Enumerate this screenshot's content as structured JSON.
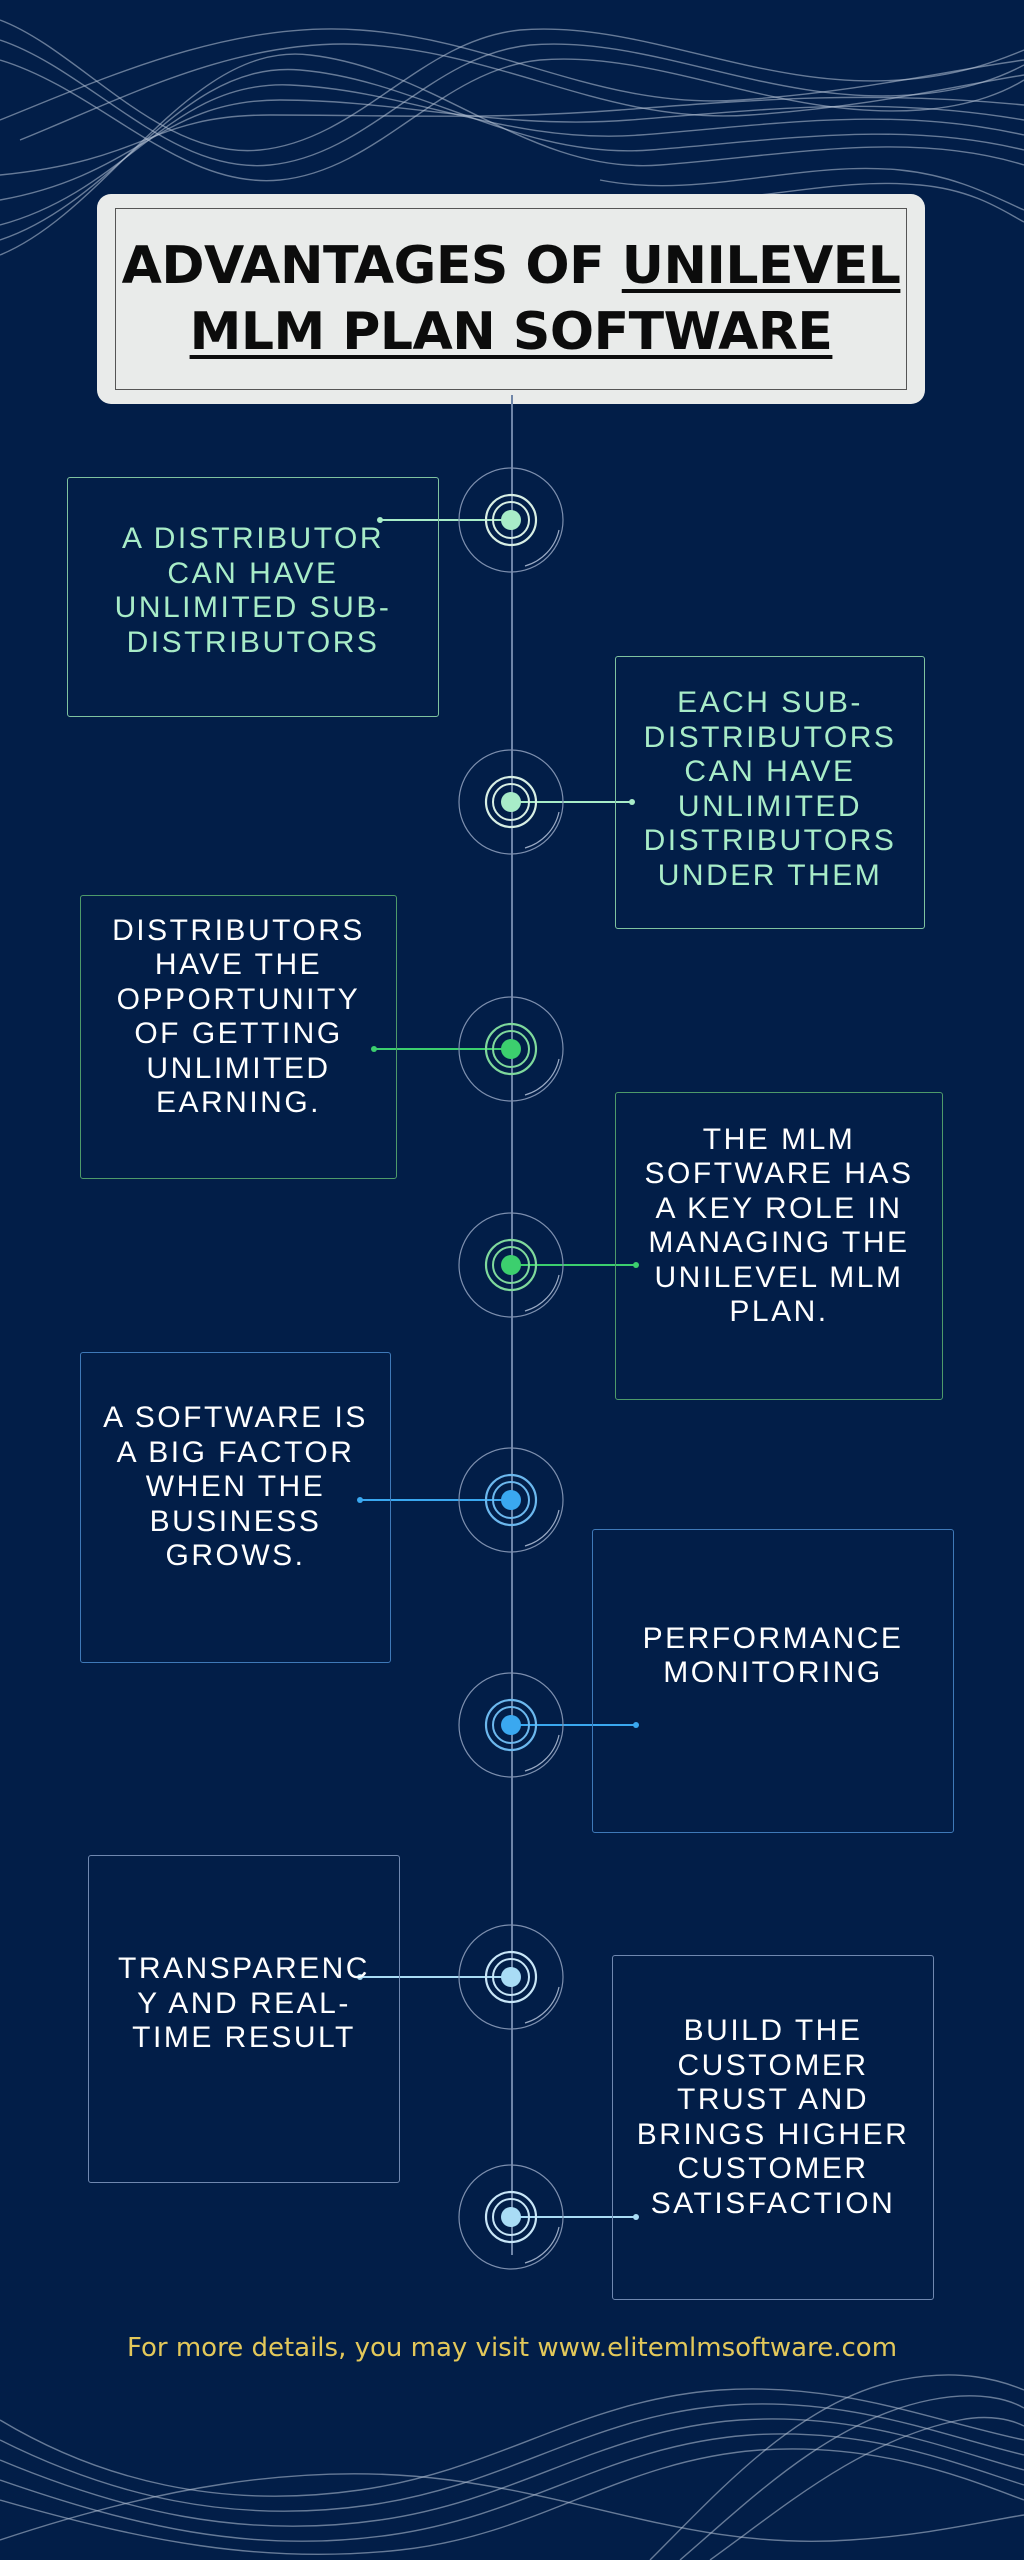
{
  "title": {
    "line1_plain": "ADVANTAGES OF ",
    "line1_underlined": "UNILEVEL",
    "line2_underlined": "MLM PLAN SOFTWARE"
  },
  "colors": {
    "background": "#021e48",
    "title_box": "#e9ebea",
    "mint_accent": "#a8ecc8",
    "green_accent": "#3ccf6e",
    "blue_accent": "#3aa8f0",
    "light_blue_accent": "#a9dcf5",
    "footer_text": "#e3c85a"
  },
  "items": [
    {
      "text": "A DISTRIBUTOR CAN HAVE UNLIMITED SUB-DISTRIBUTORS",
      "side": "left",
      "accent": "mint"
    },
    {
      "text": "EACH SUB-DISTRIBUTORS CAN HAVE UNLIMITED DISTRIBUTORS UNDER THEM",
      "side": "right",
      "accent": "mint"
    },
    {
      "text": "DISTRIBUTORS HAVE THE OPPORTUNITY OF GETTING UNLIMITED EARNING.",
      "side": "left",
      "accent": "green"
    },
    {
      "text": "THE MLM SOFTWARE HAS A KEY ROLE IN MANAGING THE UNILEVEL MLM PLAN.",
      "side": "right",
      "accent": "green"
    },
    {
      "text": "A SOFTWARE IS A BIG FACTOR WHEN THE BUSINESS GROWS.",
      "side": "left",
      "accent": "blue"
    },
    {
      "text": "PERFORMANCE MONITORING",
      "side": "right",
      "accent": "blue"
    },
    {
      "text": "TRANSPARENCY AND REAL-TIME RESULT",
      "side": "left",
      "accent": "light-blue"
    },
    {
      "text": "BUILD THE CUSTOMER TRUST AND BRINGS HIGHER CUSTOMER SATISFACTION",
      "side": "right",
      "accent": "light-blue"
    }
  ],
  "footer": "For more details, you may visit www.elitemlmsoftware.com"
}
